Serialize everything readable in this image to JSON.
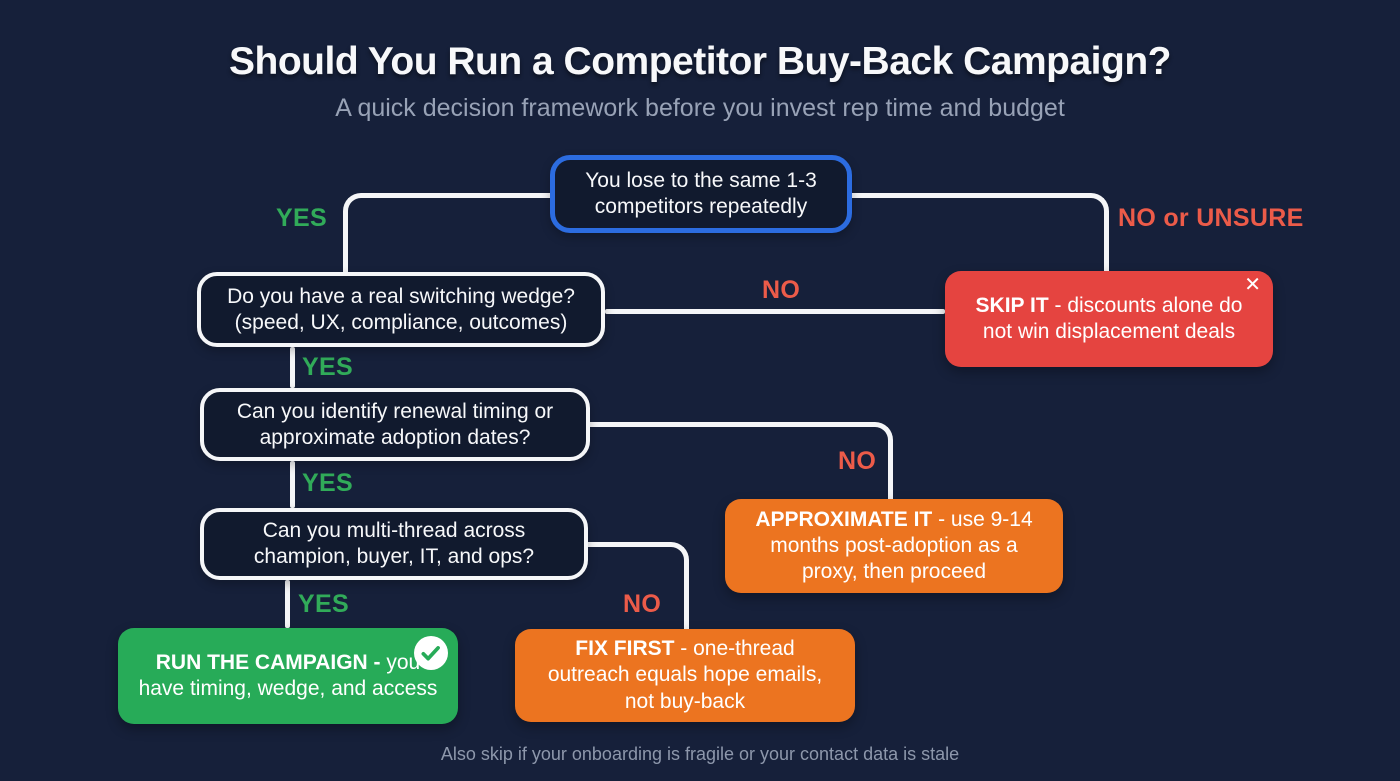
{
  "header": {
    "title": "Should You Run a Competitor Buy-Back Campaign?",
    "subtitle": "A quick decision framework before you invest rep time and budget"
  },
  "footer": {
    "note": "Also skip if your onboarding is fragile or your contact data is stale"
  },
  "colors": {
    "background": "#16203a",
    "connector": "#f5f6f8",
    "start_node_border": "#2c6ce0",
    "yes_label": "#31ab59",
    "no_label": "#ec5b49",
    "skip_box": "#e54440",
    "warning_box": "#ec7420",
    "go_box": "#27ab58"
  },
  "nodes": {
    "start": {
      "text": "You lose to the same 1-3 competitors repeatedly"
    },
    "wedge": {
      "text": "Do you have a real switching wedge? (speed, UX, compliance, outcomes)"
    },
    "renewal": {
      "text": "Can you identify renewal timing or approximate adoption dates?"
    },
    "thread": {
      "text": "Can you multi-thread across champion, buyer, IT, and ops?"
    },
    "skip": {
      "label": "SKIP IT",
      "text": "- discounts alone do not win displacement deals",
      "icon": "x-icon",
      "icon_glyph": "✕"
    },
    "approximate": {
      "label": "APPROXIMATE IT",
      "text": "- use 9-14 months post-adoption as a proxy, then proceed"
    },
    "run": {
      "label": "RUN THE CAMPAIGN -",
      "text": "you have timing, wedge, and access",
      "icon": "check-icon"
    },
    "fix": {
      "label": "FIX FIRST",
      "text": "- one-thread outreach equals hope emails, not buy-back"
    }
  },
  "edges": {
    "start_yes": "YES",
    "start_no": "NO or UNSURE",
    "wedge_yes": "YES",
    "wedge_no": "NO",
    "renewal_yes": "YES",
    "renewal_no": "NO",
    "thread_yes": "YES",
    "thread_no": "NO"
  }
}
